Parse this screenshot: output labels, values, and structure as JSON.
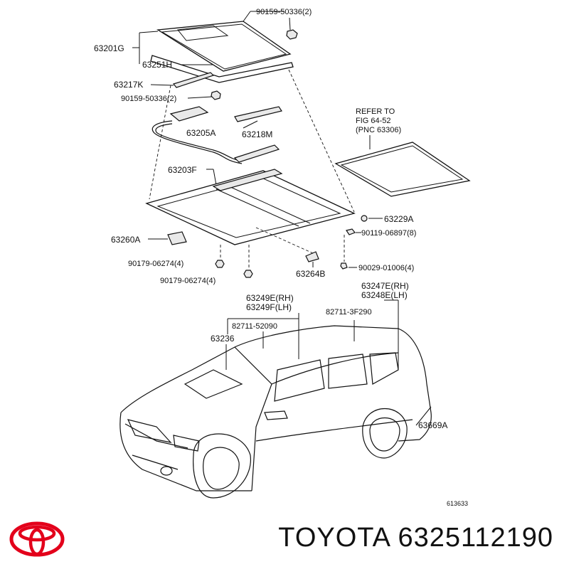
{
  "labels": {
    "p90159_top": "90159-50336(2)",
    "p63201G": "63201G",
    "p63251H": "63251H",
    "p63217K": "63217K",
    "p90159_mid": "90159-50336(2)",
    "p63205A": "63205A",
    "p63218M": "63218M",
    "refer1": "REFER TO",
    "refer2": "FIG 64-52",
    "refer3": "(PNC 63306)",
    "p63203F": "63203F",
    "p63229A": "63229A",
    "p63260A": "63260A",
    "p90119": "90119-06897(8)",
    "p90179_a": "90179-06274(4)",
    "p90029": "90029-01006(4)",
    "p63264B": "63264B",
    "p90179_b": "90179-06274(4)",
    "p63249E": "63249E(RH)",
    "p63249F": "63249F(LH)",
    "p63247E": "63247E(RH)",
    "p63248E": "63248E(LH)",
    "p82711_3F": "82711-3F290",
    "p82711_52": "82711-52090",
    "p63236": "63236",
    "p63669A": "63669A",
    "fig_no": "613633"
  },
  "footer": {
    "brand_part": "TOYOTA 6325112190",
    "logo_color": "#e3001b"
  }
}
